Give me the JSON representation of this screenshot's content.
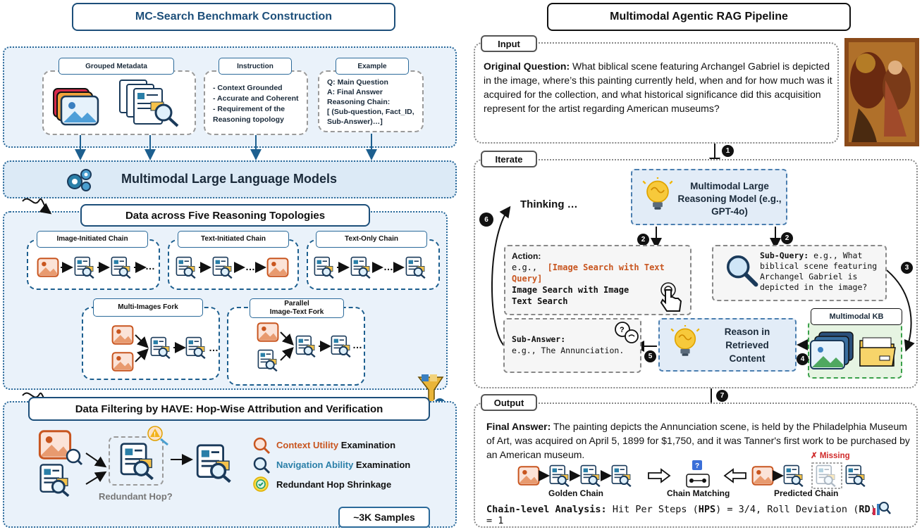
{
  "left": {
    "title": "MC-Search Benchmark Construction",
    "grouped_metadata": "Grouped Metadata",
    "instruction": {
      "label": "Instruction",
      "lines": [
        "- Context Grounded",
        "- Accurate and Coherent",
        "- Requirement of the",
        "Reasoning topology"
      ]
    },
    "example": {
      "label": "Example",
      "lines": [
        "Q: Main Question",
        "A: Final Answer",
        "Reasoning Chain:",
        "[ (Sub-question, Fact_ID,",
        "Sub-Answer)…]"
      ]
    },
    "mllm": "Multimodal Large Language Models",
    "topologies": {
      "title": "Data across Five Reasoning Topologies",
      "image_initiated": "Image-Initiated Chain",
      "text_initiated": "Text-Initiated Chain",
      "text_only": "Text-Only Chain",
      "multi_images": "Multi-Images Fork",
      "parallel_line1": "Parallel",
      "parallel_line2": "Image-Text Fork",
      "dots": "…"
    },
    "filtering": {
      "title": "Data Filtering by HAVE: Hop-Wise Attribution and Verification",
      "redundant_hop": "Redundant Hop?",
      "context_utility_hl": "Context Utility",
      "context_utility_rest": " Examination",
      "navigation_hl": "Navigation Ability",
      "navigation_rest": " Examination",
      "redundant_shrink": "Redundant Hop Shrinkage",
      "samples": "~3K Samples"
    }
  },
  "right": {
    "title": "Multimodal Agentic RAG Pipeline",
    "input_label": "Input",
    "question_label": "Original Question:",
    "question_text": " What biblical scene featuring Archangel Gabriel is depicted in the image, where’s this painting currently held, when and for how much was it acquired for the collection, and what historical significance did this acquisition represent for the artist regarding American museums?",
    "iterate_label": "Iterate",
    "thinking": "Thinking …",
    "model_line1": "Multimodal Large",
    "model_line2": "Reasoning Model (e.g.,",
    "model_line3": "GPT-4o)",
    "action_label": "Action:",
    "action_eg": "e.g.,",
    "action_1": "[Image Search with Text Query]",
    "action_2": "Image Search with Image",
    "action_3": "Text Search",
    "subquery_label": "Sub-Query:",
    "subquery_text": " e.g.,  What biblical scene featuring Archangel Gabriel is depicted in the image?",
    "subanswer_label": "Sub-Answer:",
    "subanswer_text": "e.g.,  The Annunciation.",
    "reason_line1": "Reason in",
    "reason_line2": "Retrieved",
    "reason_line3": "Content",
    "kb_label": "Multimodal KB",
    "output_label": "Output",
    "final_label": "Final Answer:",
    "final_text": " The painting depicts the Annunciation scene, is held by the Philadelphia Museum of Art, was acquired on April 5, 1899 for $1,750, and it was Tanner's first work to be purchased by an American museum.",
    "golden_chain": "Golden Chain",
    "chain_matching": "Chain Matching",
    "predicted_chain": "Predicted Chain",
    "missing": "✗ Missing",
    "analysis_label": "Chain-level Analysis:",
    "analysis_a": " Hit Per Steps (",
    "analysis_hps": "HPS",
    "analysis_b": ") = 3/4, Roll Deviation (",
    "analysis_rd": "RD",
    "analysis_c": ") = 1",
    "steps": [
      "1",
      "2",
      "2",
      "3",
      "4",
      "5",
      "6",
      "7"
    ]
  },
  "colors": {
    "accent_blue": "#1d4f7a",
    "panel_blue": "#eaf2fa",
    "orange": "#c8551f",
    "teal": "#2a7fa8"
  }
}
